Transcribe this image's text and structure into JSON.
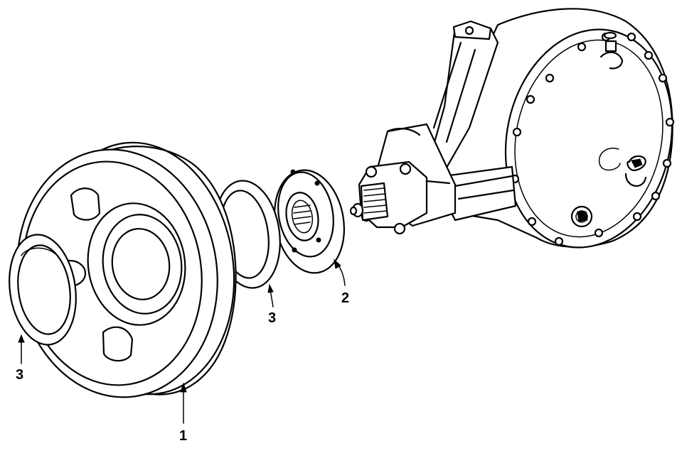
{
  "callouts": [
    {
      "id": "flywheel",
      "label": "1"
    },
    {
      "id": "clutch-hub",
      "label": "2"
    },
    {
      "id": "shim-center",
      "label": "3"
    },
    {
      "id": "shim-left",
      "label": "3"
    }
  ]
}
